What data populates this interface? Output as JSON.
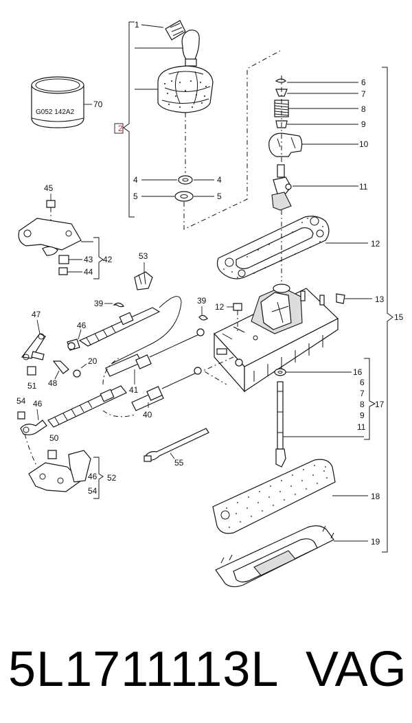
{
  "diagram": {
    "callouts": {
      "c1": "1",
      "c2": "2",
      "c4a": "4",
      "c4b": "4",
      "c5a": "5",
      "c5b": "5",
      "c6a": "6",
      "c7a": "7",
      "c8a": "8",
      "c9a": "9",
      "c10": "10",
      "c11a": "11",
      "c12a": "12",
      "c12b": "12",
      "c13": "13",
      "c15": "15",
      "c16": "16",
      "c6b": "6",
      "c7b": "7",
      "c8b": "8",
      "c9b": "9",
      "c11b": "11",
      "c17": "17",
      "c18": "18",
      "c19": "19",
      "c70": "70",
      "c45": "45",
      "c42": "42",
      "c43": "43",
      "c44": "44",
      "c53": "53",
      "c39a": "39",
      "c39b": "39",
      "c47": "47",
      "c46a": "46",
      "c20": "20",
      "c48": "48",
      "c51": "51",
      "c41": "41",
      "c40": "40",
      "c54a": "54",
      "c46b": "46",
      "c50": "50",
      "c55": "55",
      "c46c": "46",
      "c52": "52",
      "c54b": "54"
    },
    "ring_label": "G052 142A2"
  },
  "footer": {
    "part_number": "5L1711113L",
    "brand": "VAG"
  },
  "colors": {
    "highlight": "#d9232e",
    "ink": "#111111"
  }
}
